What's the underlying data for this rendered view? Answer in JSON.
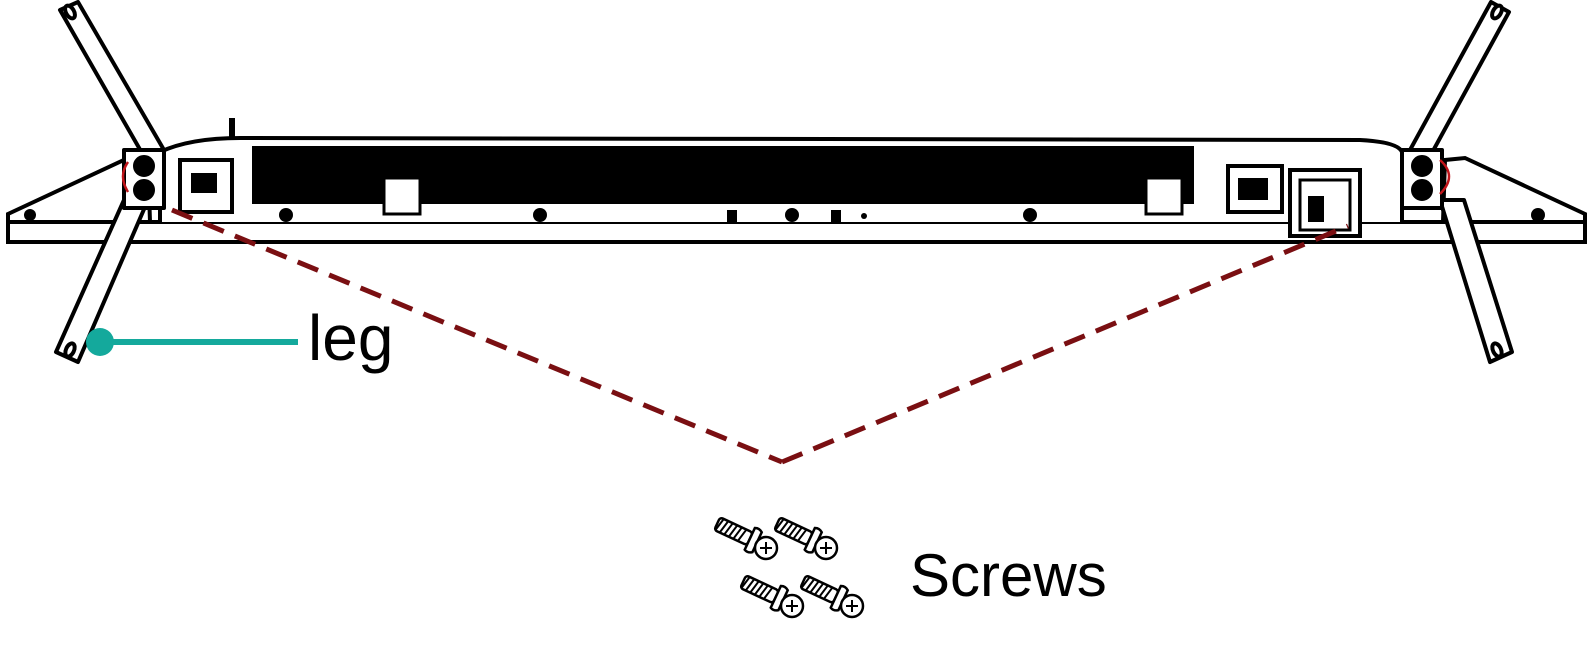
{
  "labels": {
    "leg": "leg",
    "screws": "Screws"
  },
  "colors": {
    "outline": "#000000",
    "guide_dashes": "#7a0f12",
    "leg_pointer": "#14a99c",
    "screw_circle": "#c0141a"
  },
  "icons": {
    "screw": "screw-icon",
    "leg": "tv-leg",
    "tv": "tv-body-bottom-view"
  }
}
